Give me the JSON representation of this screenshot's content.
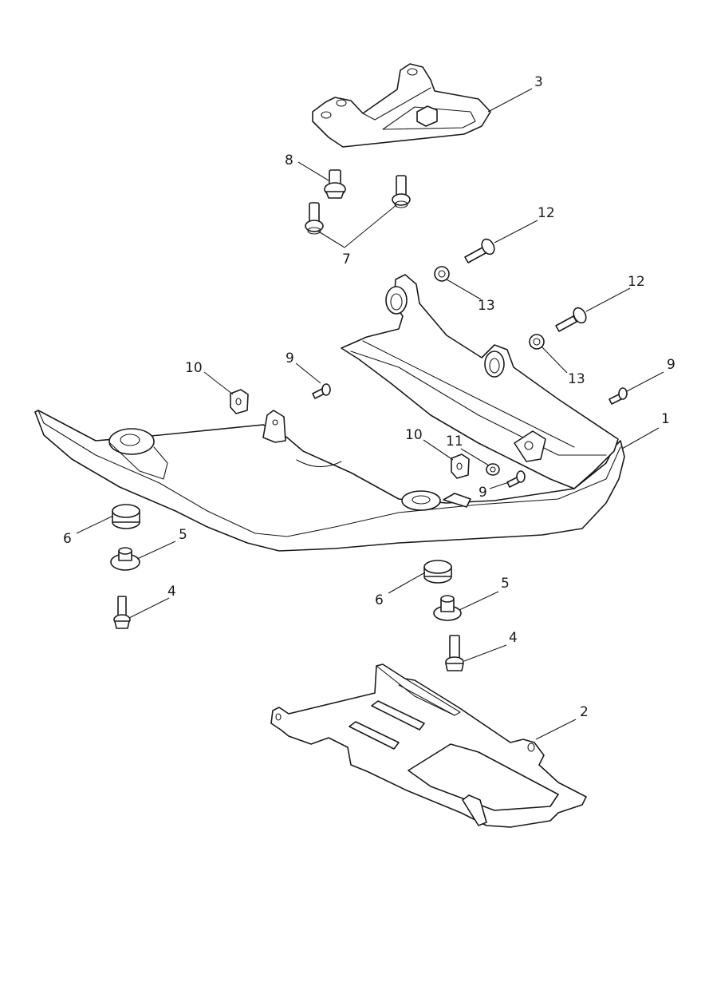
{
  "callouts": [
    {
      "id": "c1",
      "label": "1"
    },
    {
      "id": "c2",
      "label": "2"
    },
    {
      "id": "c3",
      "label": "3"
    },
    {
      "id": "c4a",
      "label": "4"
    },
    {
      "id": "c4b",
      "label": "4"
    },
    {
      "id": "c5a",
      "label": "5"
    },
    {
      "id": "c5b",
      "label": "5"
    },
    {
      "id": "c6a",
      "label": "6"
    },
    {
      "id": "c6b",
      "label": "6"
    },
    {
      "id": "c7",
      "label": "7"
    },
    {
      "id": "c8",
      "label": "8"
    },
    {
      "id": "c9a",
      "label": "9"
    },
    {
      "id": "c9b",
      "label": "9"
    },
    {
      "id": "c9c",
      "label": "9"
    },
    {
      "id": "c10a",
      "label": "10"
    },
    {
      "id": "c10b",
      "label": "10"
    },
    {
      "id": "c11",
      "label": "11"
    },
    {
      "id": "c12a",
      "label": "12"
    },
    {
      "id": "c12b",
      "label": "12"
    },
    {
      "id": "c13a",
      "label": "13"
    },
    {
      "id": "c13b",
      "label": "13"
    }
  ]
}
